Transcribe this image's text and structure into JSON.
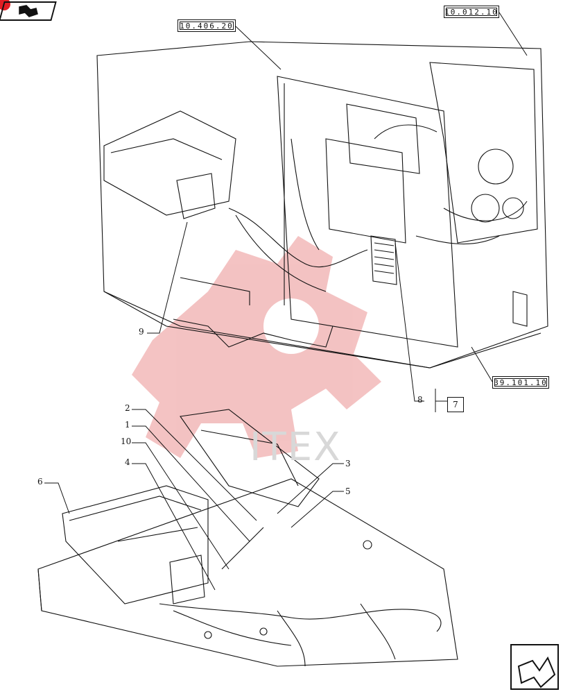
{
  "refs": {
    "ref_top_center": "10.406.20",
    "ref_top_right": "10.012.10",
    "ref_mid_right": "39.101.10"
  },
  "callouts": {
    "c9": "9",
    "c8": "8",
    "c7": "7",
    "c2": "2",
    "c1": "1",
    "c10": "10",
    "c4": "4",
    "c3": "3",
    "c5": "5",
    "c6": "6"
  },
  "watermark": {
    "text": "ITEX"
  },
  "colors": {
    "line": "#111111",
    "watermark": "#f2b8b8",
    "badge": "#e31e24"
  },
  "icons": {
    "top_left": "prev-page-icon",
    "bottom_right": "next-page-icon"
  }
}
